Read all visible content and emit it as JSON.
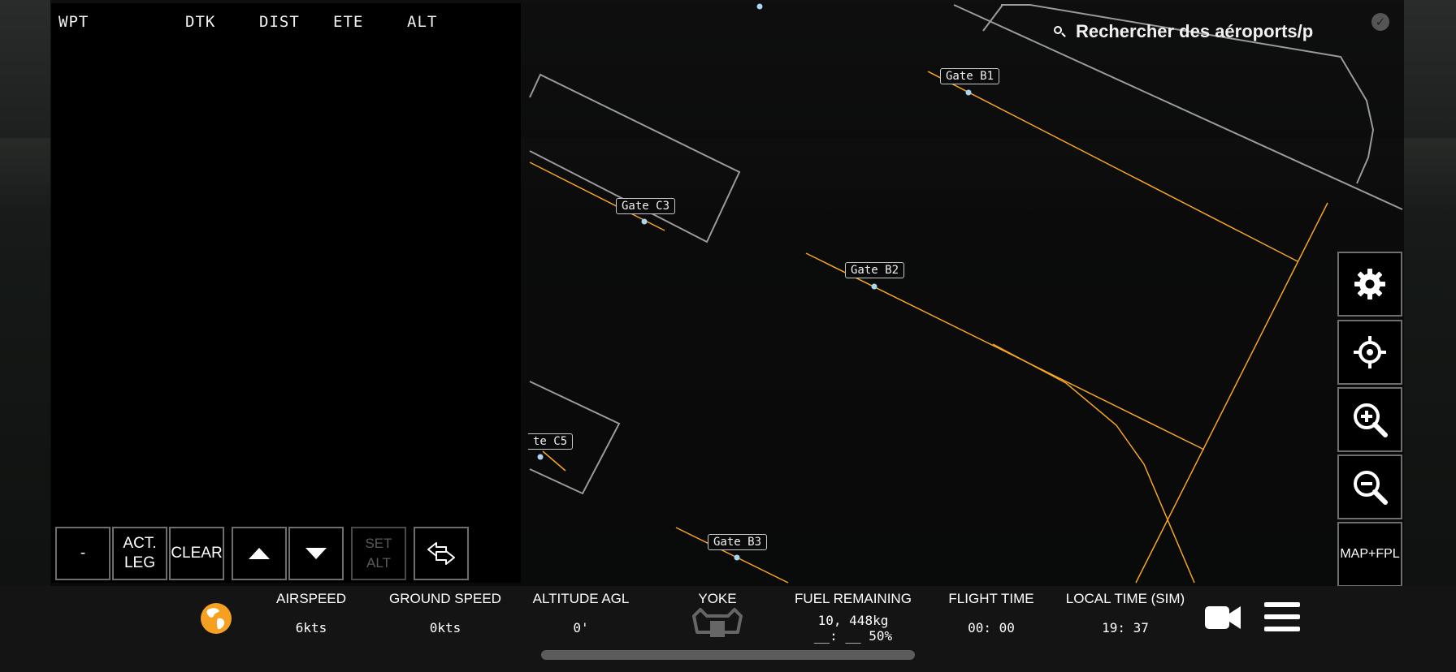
{
  "flight_plan": {
    "columns": [
      "WPT",
      "DTK",
      "DIST",
      "ETE",
      "ALT"
    ],
    "buttons": {
      "minus": "-",
      "act_leg_line1": "ACT.",
      "act_leg_line2": "LEG",
      "clear": "CLEAR",
      "set_alt": "SET ALT"
    }
  },
  "map": {
    "search_placeholder": "Rechercher des aéroports/p",
    "gates": [
      "Gate B1",
      "Gate C3",
      "Gate B2",
      "te C5",
      "Gate B3"
    ],
    "route_color": "#f5a623",
    "boundary_color": "#9a9a9a",
    "map_fpl_label": "MAP+FPL"
  },
  "status_bar": {
    "airspeed_label": "AIRSPEED",
    "airspeed_value": "6kts",
    "ground_speed_label": "GROUND SPEED",
    "ground_speed_value": "0kts",
    "altitude_label": "ALTITUDE AGL",
    "altitude_value": "0'",
    "yoke_label": "YOKE",
    "fuel_label": "FUEL REMAINING",
    "fuel_value": "10, 448kg",
    "fuel_sub": "__: __  50%",
    "flight_time_label": "FLIGHT TIME",
    "flight_time_value": "00: 00",
    "local_time_label": "LOCAL TIME (SIM)",
    "local_time_value": "19: 37",
    "globe_color": "#f5a020"
  }
}
